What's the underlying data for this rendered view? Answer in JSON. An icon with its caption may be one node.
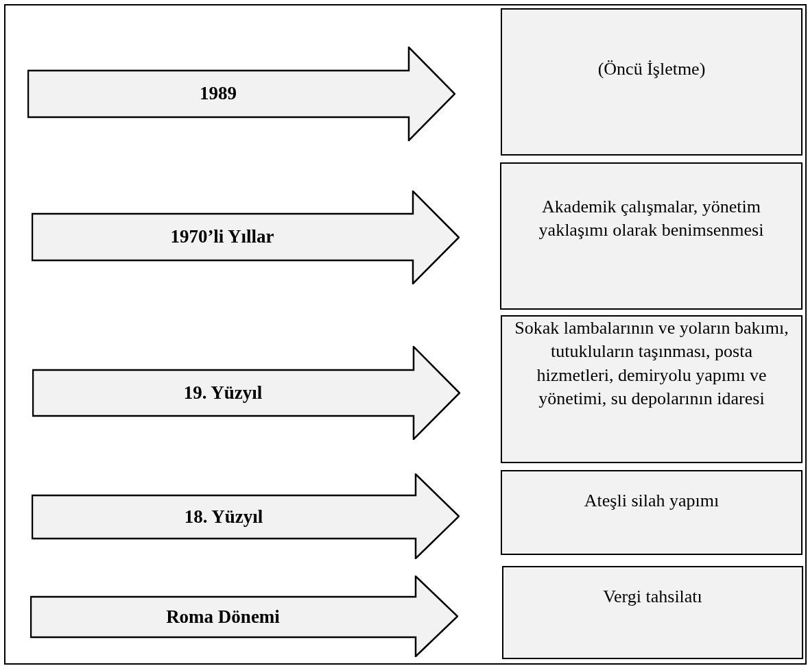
{
  "diagram": {
    "nodes": [
      {
        "text": [
          "1989"
        ]
      },
      {
        "text": [
          "(Öncü İşletme)"
        ]
      },
      {
        "text": [
          "1970’li Yıllar"
        ]
      },
      {
        "text": [
          "Akademik çalışmalar, yönetim yaklaşımı olarak benimsenmesi"
        ]
      },
      {
        "text": [
          "19. Yüzyıl"
        ]
      },
      {
        "text": [
          "Sokak lambalarının ve yoların bakımı, tutukluların taşınması, posta hizmetleri, demiryolu yapımı ve yönetimi, su depolarının idaresi"
        ]
      },
      {
        "text": [
          "18. Yüzyıl"
        ]
      },
      {
        "text": [
          "Ateşli silah yapımı"
        ]
      },
      {
        "text": [
          "Roma Dönemi"
        ]
      },
      {
        "text": [
          "Vergi tahsilatı"
        ]
      }
    ]
  }
}
